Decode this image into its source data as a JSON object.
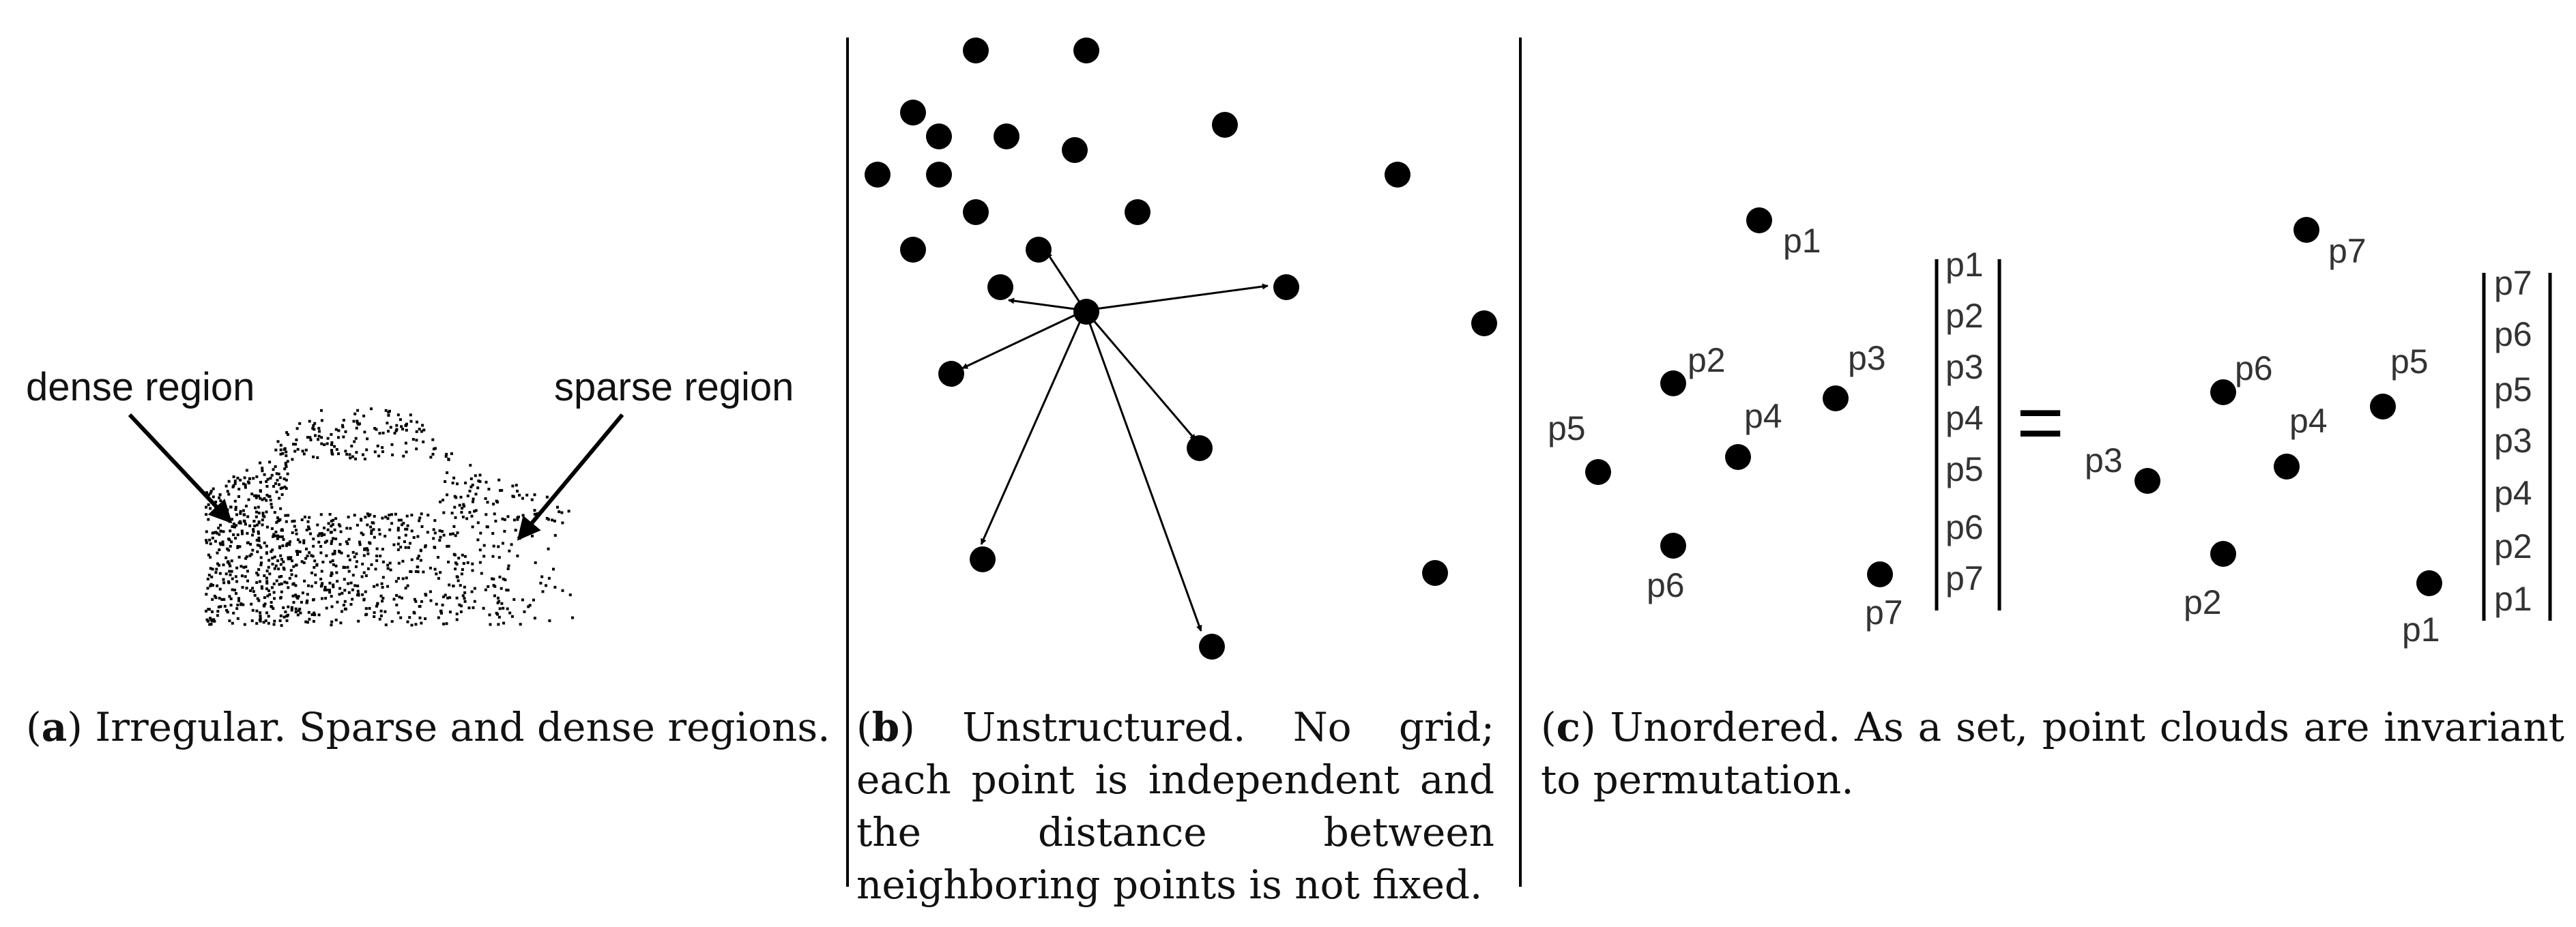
{
  "panels": {
    "a": {
      "dense_label": "dense region",
      "sparse_label": "sparse region",
      "caption_letter": "a",
      "caption_text": "Irregular. Sparse and dense regions."
    },
    "b": {
      "caption_letter": "b",
      "caption_text": "Unstructured. No grid; each point is independent and the distance between neighboring points is not fixed."
    },
    "c": {
      "equals_sign": "=",
      "left_cloud_labels": [
        "p1",
        "p2",
        "p3",
        "p4",
        "p5",
        "p6",
        "p7"
      ],
      "left_vector": [
        "p1",
        "p2",
        "p3",
        "p4",
        "p5",
        "p6",
        "p7"
      ],
      "right_cloud_labels": [
        "p7",
        "p6",
        "p5",
        "p3",
        "p4",
        "p2",
        "p1"
      ],
      "right_vector": [
        "p7",
        "p6",
        "p5",
        "p3",
        "p4",
        "p2",
        "p1"
      ],
      "caption_letter": "c",
      "caption_text": "Unordered. As a set, point clouds are invariant to permutation."
    }
  },
  "colors": {
    "ink": "#000000",
    "label": "#333333",
    "caption": "#111111"
  }
}
